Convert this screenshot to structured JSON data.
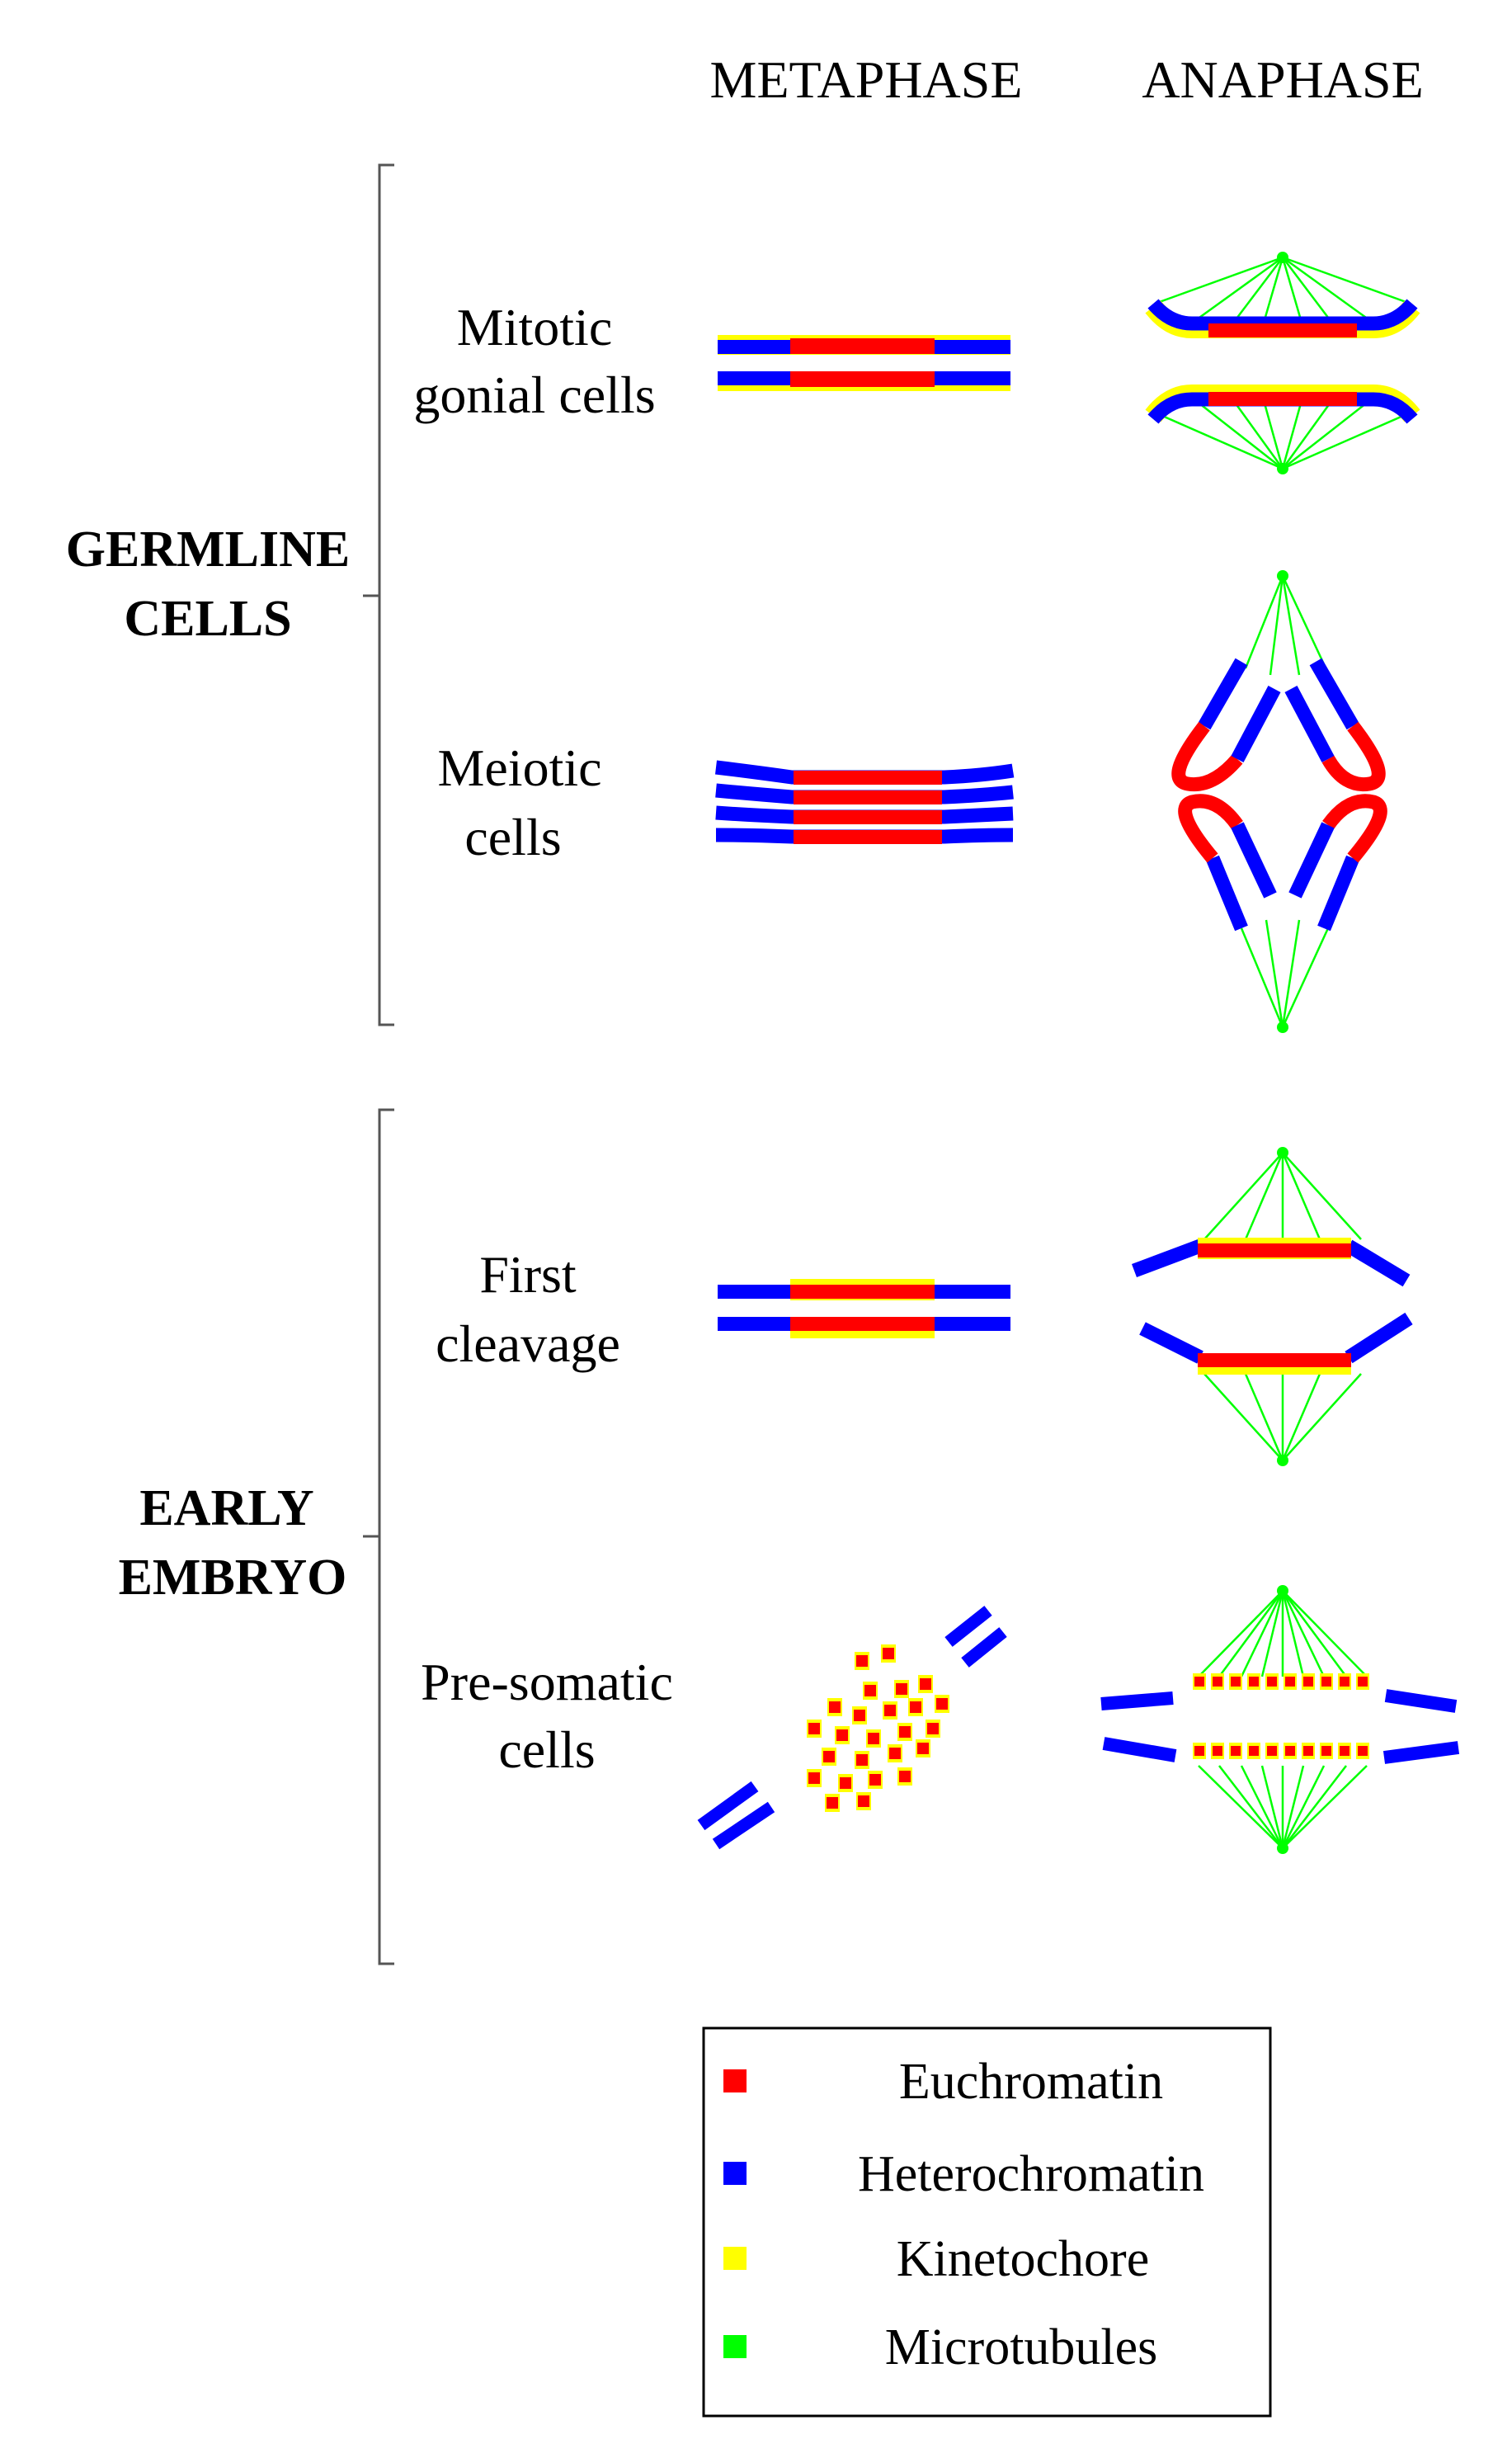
{
  "columns": {
    "metaphase": "METAPHASE",
    "anaphase": "ANAPHASE"
  },
  "groups": {
    "germline": {
      "line1": "GERMLINE",
      "line2": "CELLS"
    },
    "embryo": {
      "line1": "EARLY",
      "line2": "EMBRYO"
    }
  },
  "rows": {
    "mitotic": {
      "line1": "Mitotic",
      "line2": "gonial cells"
    },
    "meiotic": {
      "line1": "Meiotic",
      "line2": "cells"
    },
    "first": {
      "line1": "First",
      "line2": "cleavage"
    },
    "presomatic": {
      "line1": "Pre-somatic",
      "line2": "cells"
    }
  },
  "legend": {
    "items": [
      {
        "label": "Euchromatin",
        "color": "#ff0000"
      },
      {
        "label": "Heterochromatin",
        "color": "#0000ff"
      },
      {
        "label": "Kinetochore",
        "color": "#ffff00"
      },
      {
        "label": "Microtubules",
        "color": "#00ff00"
      }
    ]
  },
  "colors": {
    "euchromatin": "#ff0000",
    "heterochromatin": "#0000ff",
    "kinetochore": "#ffff00",
    "microtubules": "#00ff00"
  }
}
